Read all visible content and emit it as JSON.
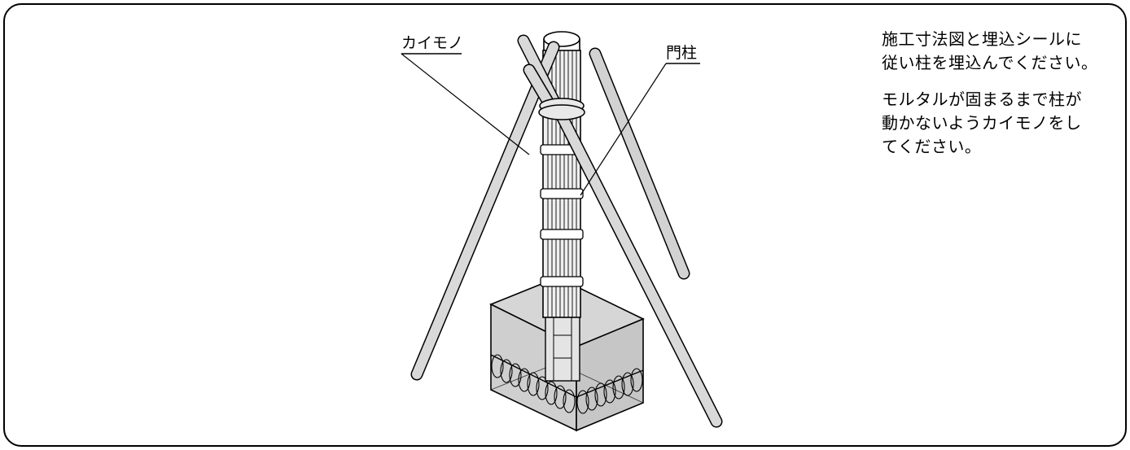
{
  "labels": {
    "kaimono": "カイモノ",
    "monchu": "門柱"
  },
  "instructions": {
    "paragraph1": "施工寸法図と埋込シールに\n従い柱を埋込んでください。",
    "paragraph2": "モルタルが固まるまで柱が\n動かないようカイモノをし\nてください。"
  }
}
